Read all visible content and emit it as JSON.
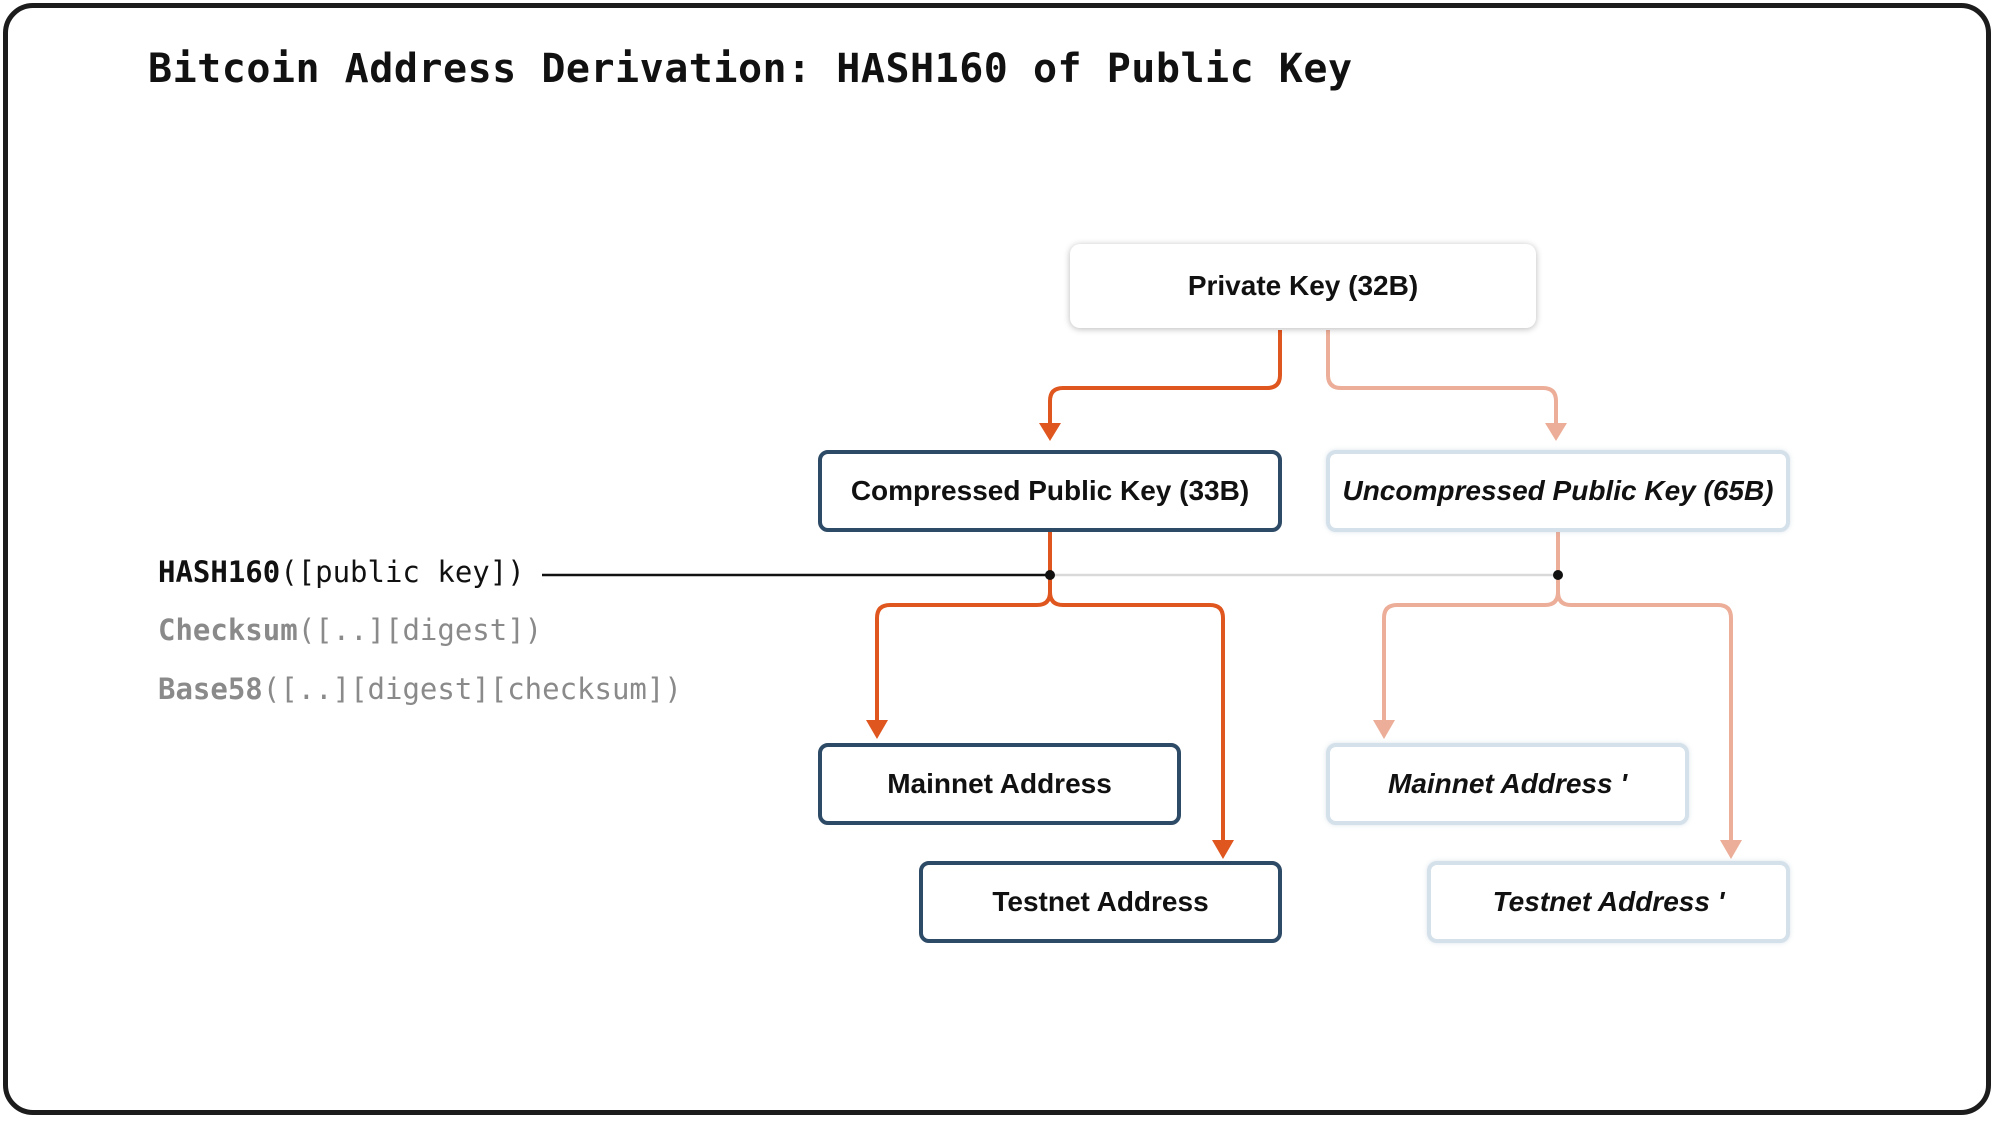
{
  "title": "Bitcoin Address Derivation: HASH160 of Public Key",
  "nodes": {
    "private_key": "Private Key (32B)",
    "compressed_pubkey": "Compressed Public Key (33B)",
    "uncompressed_pubkey": "Uncompressed Public Key (65B)",
    "mainnet": "Mainnet Address",
    "testnet": "Testnet Address",
    "mainnet_prime": "Mainnet Address '",
    "testnet_prime": "Testnet Address '"
  },
  "steps": [
    {
      "fn": "HASH160",
      "args": "([public key])",
      "state": "active"
    },
    {
      "fn": "Checksum",
      "args": "([..][digest])",
      "state": "inactive"
    },
    {
      "fn": "Base58",
      "args": "([..][digest][checksum])",
      "state": "inactive"
    }
  ],
  "colors": {
    "accent": "#e0561f",
    "accent_light": "#ecae98",
    "node_border_dark": "#2d4a66",
    "node_border_light": "#d4e0ea",
    "text": "#111111",
    "muted": "#8a8a8a"
  }
}
